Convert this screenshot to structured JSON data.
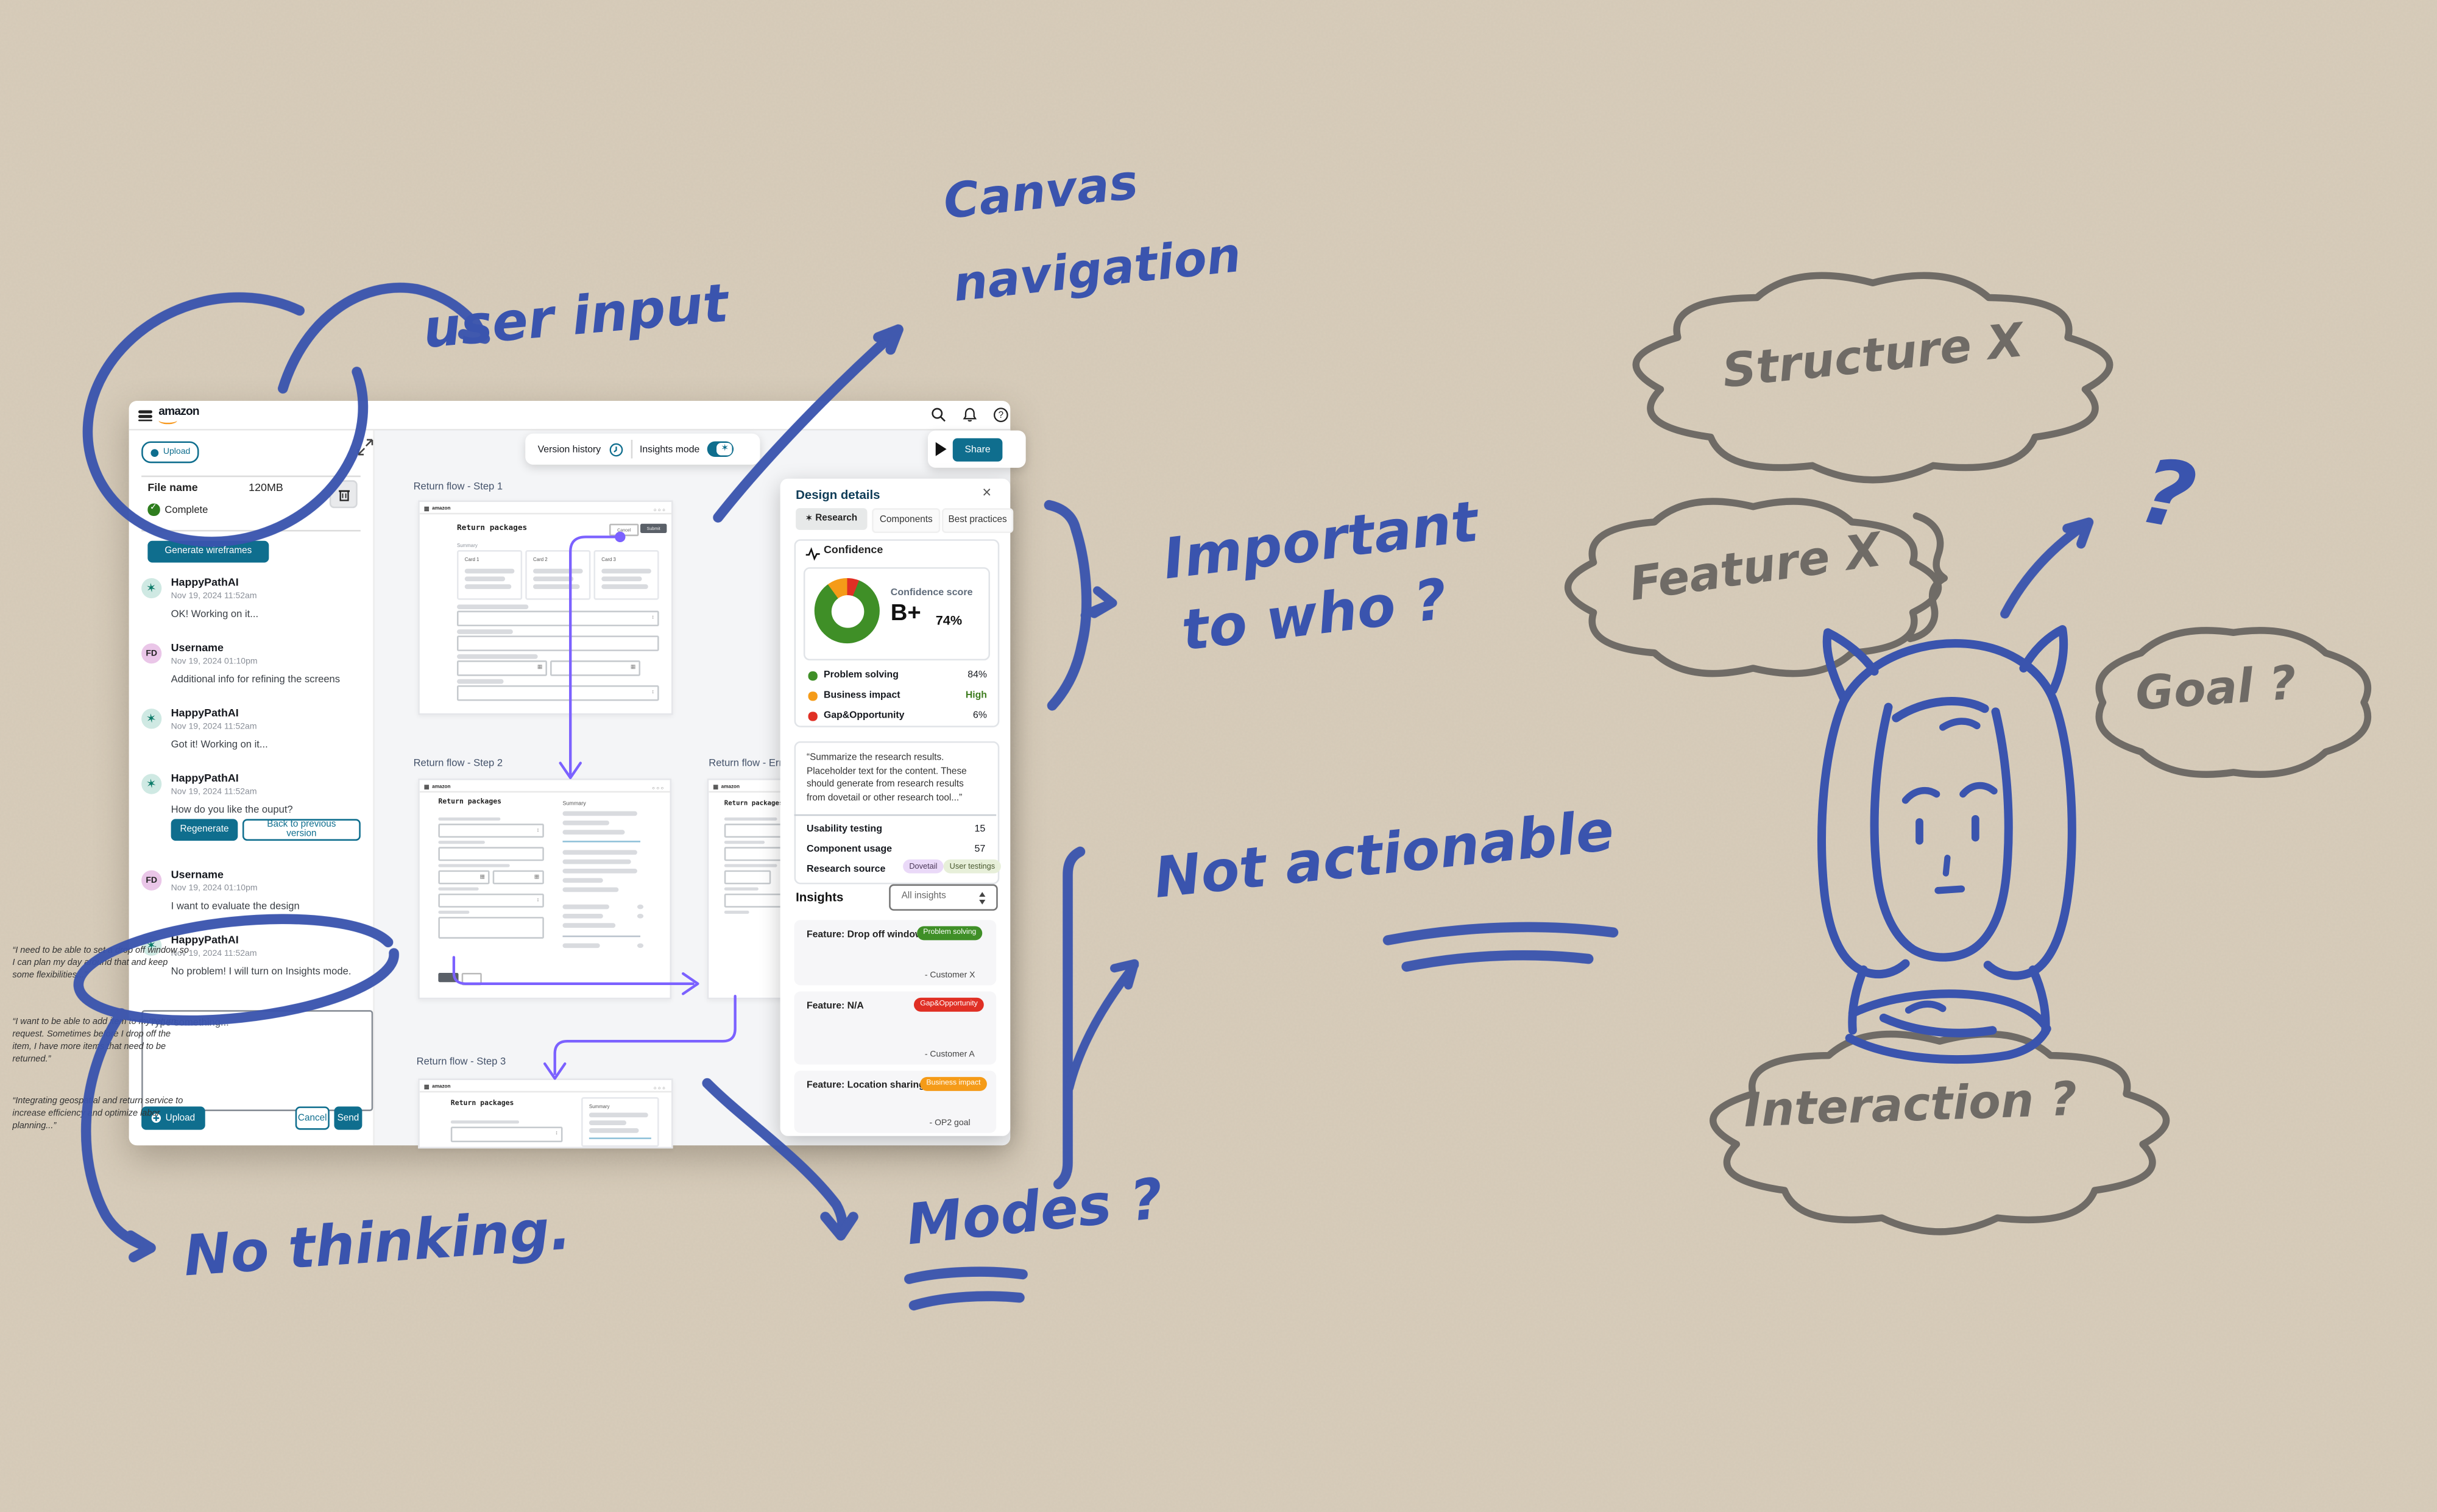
{
  "colors": {
    "paper": "#d8cdbb",
    "ink_blue": "#3a54ae",
    "ink_gray": "#6f6b66",
    "teal": "#0f6e8e",
    "panel_title": "#0f3c57",
    "connector": "#7b61ff",
    "green": "#3f8f27",
    "orange": "#f59b18",
    "red": "#e02f24",
    "high_green": "#3e7d1f"
  },
  "app": {
    "logo": "amazon",
    "collapse_icon": "collapse",
    "topbar_icons": [
      "search",
      "notifications",
      "help"
    ]
  },
  "left": {
    "upload_chip": "Upload",
    "file": {
      "name": "File name",
      "size": "120MB",
      "status": "Complete"
    },
    "generate_button": "Generate wireframes",
    "messages": [
      {
        "author": "HappyPathAI",
        "time": "Nov 19, 2024 11:52am",
        "text": "OK! Working on it..."
      },
      {
        "author": "Username",
        "time": "Nov 19, 2024 01:10pm",
        "text": "Additional info for refining the screens"
      },
      {
        "author": "HappyPathAI",
        "time": "Nov 19, 2024 11:52am",
        "text": "Got it! Working on it..."
      },
      {
        "author": "HappyPathAI",
        "time": "Nov 19, 2024 11:52am",
        "text": "How do you like the ouput?",
        "actions": [
          "Regenerate",
          "Back to previous version"
        ]
      },
      {
        "author": "Username",
        "time": "Nov 19, 2024 01:10pm",
        "text": "I want to evaluate the design"
      },
      {
        "author": "HappyPathAI",
        "time": "Nov 19, 2024 11:52am",
        "text": "No problem! I will turn on Insights mode."
      }
    ],
    "user_initials": "FD",
    "composer_placeholder": "Type something...",
    "upload_button": "Upload",
    "cancel_button": "Cancel",
    "send_button": "Send"
  },
  "canvas": {
    "version_history": "Version history",
    "insights_mode": "Insights mode",
    "share_button": "Share",
    "frames": [
      {
        "label": "Return flow - Step 1"
      },
      {
        "label": "Return flow - Step 2"
      },
      {
        "label": "Return flow - Error st"
      },
      {
        "label": "Return flow - Step 3"
      }
    ],
    "wf": {
      "heading": "Return packages",
      "summary": "Summary",
      "cards": [
        "Card 1",
        "Card 2",
        "Card 3"
      ],
      "cancel": "Cancel",
      "submit": "Submit"
    }
  },
  "panel": {
    "title": "Design details",
    "close": "×",
    "tabs": [
      "Research",
      "Components",
      "Best practices"
    ],
    "confidence": {
      "heading": "Confidence",
      "score_label": "Confidence score",
      "grade": "B+",
      "percent": "74%",
      "legend": [
        {
          "label": "Problem solving",
          "value": "84%"
        },
        {
          "label": "Business impact",
          "value": "High"
        },
        {
          "label": "Gap&Opportunity",
          "value": "6%"
        }
      ]
    },
    "summary_quote": "“Summarize the research results. Placeholder text for the content. These should generate from research results from dovetail or other research tool...”",
    "stats": [
      {
        "label": "Usability testing",
        "value": "15"
      },
      {
        "label": "Component usage",
        "value": "57"
      }
    ],
    "research_source_label": "Research source",
    "sources": [
      "Dovetail",
      "User testings"
    ],
    "insights": {
      "heading": "Insights",
      "filter": "All insights",
      "cards": [
        {
          "feature": "Feature: Drop off window",
          "badge": "Problem solving",
          "quote": "“I need to be able to set a drop off window so I can plan my day around that and keep some flexibilities...”",
          "attribution": "- Customer X"
        },
        {
          "feature": "Feature: N/A",
          "badge": "Gap&Opportunity",
          "quote": "“I want to be able to add item to my return request. Sometimes before I drop off the item, I have more items that need to be returned.”",
          "attribution": "- Customer A"
        },
        {
          "feature": "Feature: Location sharing",
          "badge": "Business impact",
          "quote": "“Integrating geospatial and return service to increase efficiency and optimize labor planning...”",
          "attribution": "- OP2 goal"
        }
      ]
    }
  },
  "annotations": {
    "user_input": "user input",
    "canvas_nav_1": "Canvas",
    "canvas_nav_2": "navigation",
    "important_1": "Important",
    "important_2": "to who ?",
    "not_actionable": "Not actionable",
    "no_thinking": "No thinking.",
    "modes": "Modes ?",
    "big_question": "?",
    "structure": "Structure X",
    "feature": "Feature X",
    "goal": "Goal ?",
    "interaction": "Interaction ?"
  }
}
